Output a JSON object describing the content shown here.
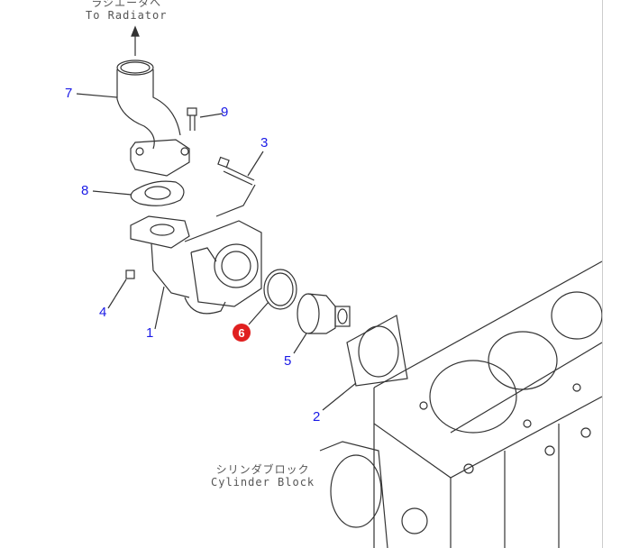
{
  "notes": {
    "radiator_jp": "ラジエータへ",
    "radiator_en": "To Radiator",
    "block_jp": "シリンダブロック",
    "block_en": "Cylinder Block"
  },
  "callouts": [
    {
      "part": "7"
    },
    {
      "part": "9"
    },
    {
      "part": "3"
    },
    {
      "part": "8"
    },
    {
      "part": "4"
    },
    {
      "part": "1"
    },
    {
      "part": "6",
      "highlighted": true
    },
    {
      "part": "5"
    },
    {
      "part": "2"
    }
  ],
  "colors": {
    "callout": "#1a1ae6",
    "highlight": "#e02020",
    "line": "#333333"
  }
}
